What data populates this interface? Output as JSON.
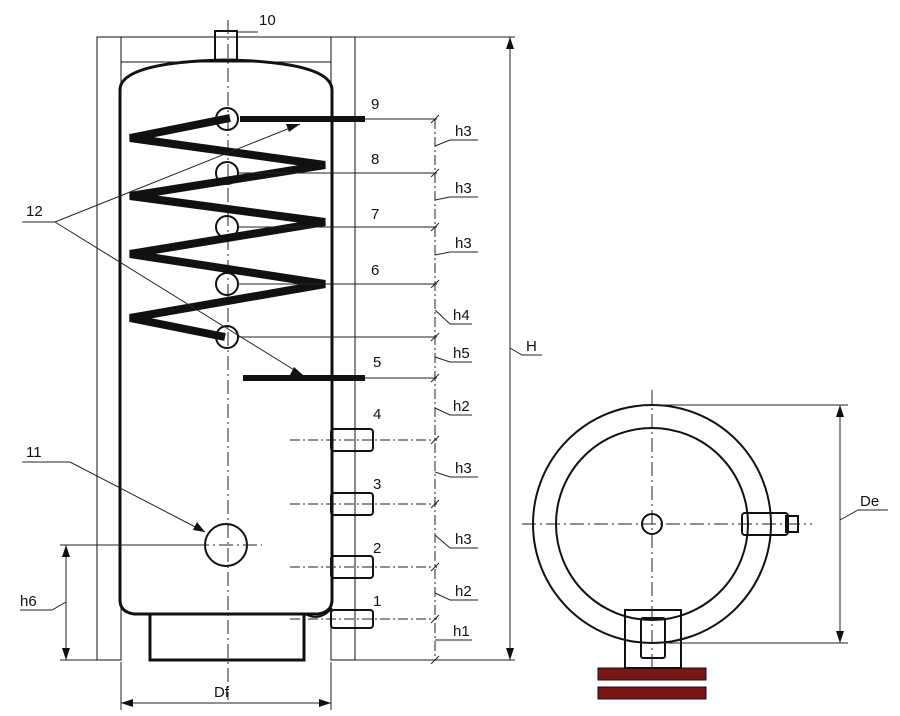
{
  "labels": {
    "n1": "1",
    "n2": "2",
    "n3": "3",
    "n4": "4",
    "n5": "5",
    "n6": "6",
    "n7": "7",
    "n8": "8",
    "n9": "9",
    "n10": "10",
    "n11": "11",
    "n12": "12"
  },
  "dimensions": {
    "h_9_8": "h3",
    "h_8_7": "h3",
    "h_7_6": "h3",
    "h_6_c": "h4",
    "h_c_5": "h5",
    "h_5_4": "h2",
    "h_4_3": "h3",
    "h_3_2": "h3",
    "h_2_1": "h2",
    "h_1_0": "h1",
    "height": "H",
    "foot": "h6",
    "diameter_foot": "Df",
    "diameter_ext": "De"
  },
  "colors": {
    "line": "#111111",
    "insulation": "#e2e2e2",
    "plan_fill": "#e6e6e6",
    "foot_bars": "#7a1616"
  }
}
